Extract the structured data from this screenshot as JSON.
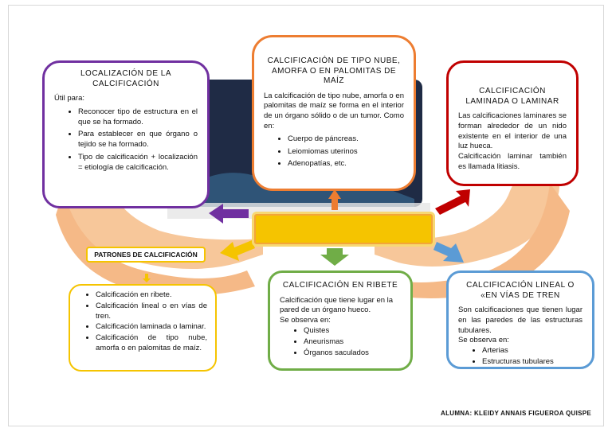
{
  "colors": {
    "purple": "#7030a0",
    "orange": "#ed7d31",
    "red": "#c00000",
    "yellow": "#f5c400",
    "green": "#70ad47",
    "blue": "#5b9bd5",
    "hands": "#f7c79a",
    "dark_band": "#1f2b45"
  },
  "localizacion": {
    "title": "LOCALIZACIÓN DE LA CALCIFICACIÓN",
    "intro": "Útil para:",
    "items": [
      "Reconocer tipo de estructura en el que se ha formado.",
      "Para establecer en que órgano o tejido se ha formado.",
      "Tipo de calcificación + localización = etiología de calcificación."
    ]
  },
  "nube": {
    "title": "CALCIFICACIÓN DE TIPO NUBE, AMORFA O EN PALOMITAS DE MAÍZ",
    "text": "La calcificación de tipo nube, amorfa o en palomitas de maíz se forma en el interior de un órgano sólido o de un tumor. Como en:",
    "items": [
      "Cuerpo de páncreas.",
      "Leiomiomas uterinos",
      "Adenopatías, etc."
    ]
  },
  "laminada": {
    "title": "CALCIFICACIÓN LAMINADA O LAMINAR",
    "text1": "Las calcificaciones laminares se forman alrededor de un nido existente en el interior de una luz hueca.",
    "text2": "Calcificación laminar también es llamada litiasis."
  },
  "patrones": {
    "label": "PATRONES DE CALCIFICACIÓN",
    "items": [
      "Calcificación en ribete.",
      "Calcificación lineal o en vías de tren.",
      "Calcificación laminada o laminar.",
      "Calcificación de tipo nube, amorfa o en palomitas de maíz."
    ]
  },
  "ribete": {
    "title": "CALCIFICACIÓN EN RIBETE",
    "text": "Calcificación que tiene lugar en la pared de un órgano hueco.",
    "observa": "Se observa en:",
    "items": [
      "Quistes",
      "Aneurismas",
      "Órganos saculados"
    ]
  },
  "lineal": {
    "title": "CALCIFICACIÓN LINEAL O «EN VÍAS DE TREN",
    "text": "Son calcificaciones que tienen lugar en las paredes de las estructuras tubulares.",
    "observa": "Se observa en:",
    "items": [
      "Arterias",
      "Estructuras tubulares"
    ]
  },
  "footer": {
    "alumna": "ALUMNA: KLEIDY ANNAIS FIGUEROA QUISPE"
  }
}
